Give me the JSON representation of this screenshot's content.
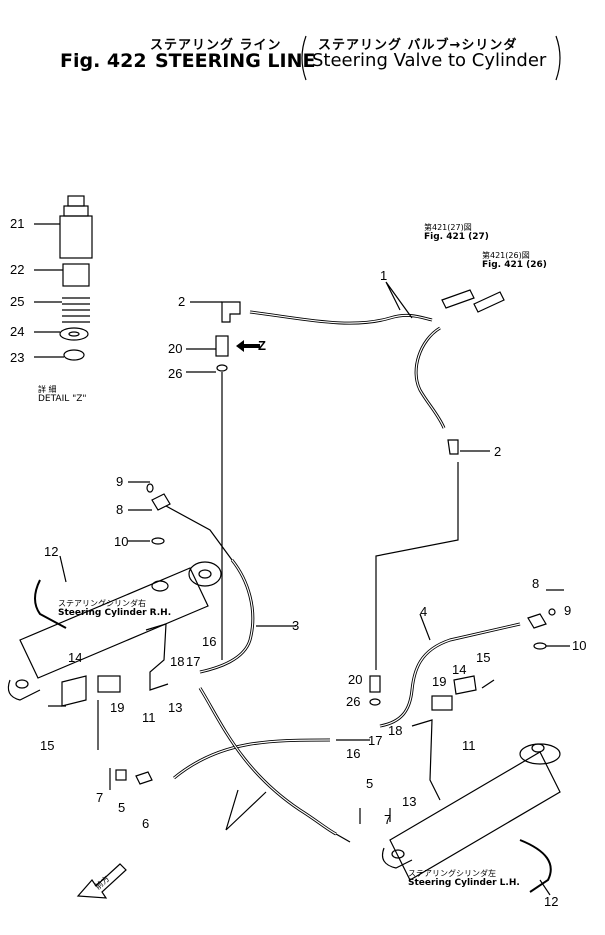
{
  "header": {
    "jp_line1_left": "ステアリング ライン",
    "jp_line1_right": "ステアリング バルブ→シリンダ",
    "fig_label": "Fig. 422",
    "title": "STEERING LINE",
    "subtitle": "Steering Valve to Cylinder"
  },
  "detail": {
    "jp": "詳 細",
    "label": "DETAIL \"Z\"",
    "z_label": "Z"
  },
  "references": [
    {
      "jp": "第421(27)図",
      "en": "Fig. 421 (27)"
    },
    {
      "jp": "第421(26)図",
      "en": "Fig. 421 (26)"
    }
  ],
  "cylinders": {
    "rh_jp": "ステアリングシリンダ右",
    "rh_en": "Steering Cylinder R.H.",
    "lh_jp": "ステアリングシリンダ左",
    "lh_en": "Steering Cylinder L.H."
  },
  "front_arrow_jp": "前方",
  "callouts": [
    "21",
    "22",
    "25",
    "24",
    "23",
    "2",
    "20",
    "26",
    "1",
    "2",
    "9",
    "8",
    "10",
    "12",
    "3",
    "16",
    "17",
    "18",
    "14",
    "11",
    "13",
    "19",
    "15",
    "7",
    "5",
    "6",
    "4",
    "8",
    "9",
    "10",
    "15",
    "14",
    "19",
    "20",
    "26",
    "17",
    "18",
    "16",
    "11",
    "5",
    "13",
    "7",
    "12"
  ],
  "colors": {
    "ink": "#000000",
    "paper": "#ffffff"
  }
}
